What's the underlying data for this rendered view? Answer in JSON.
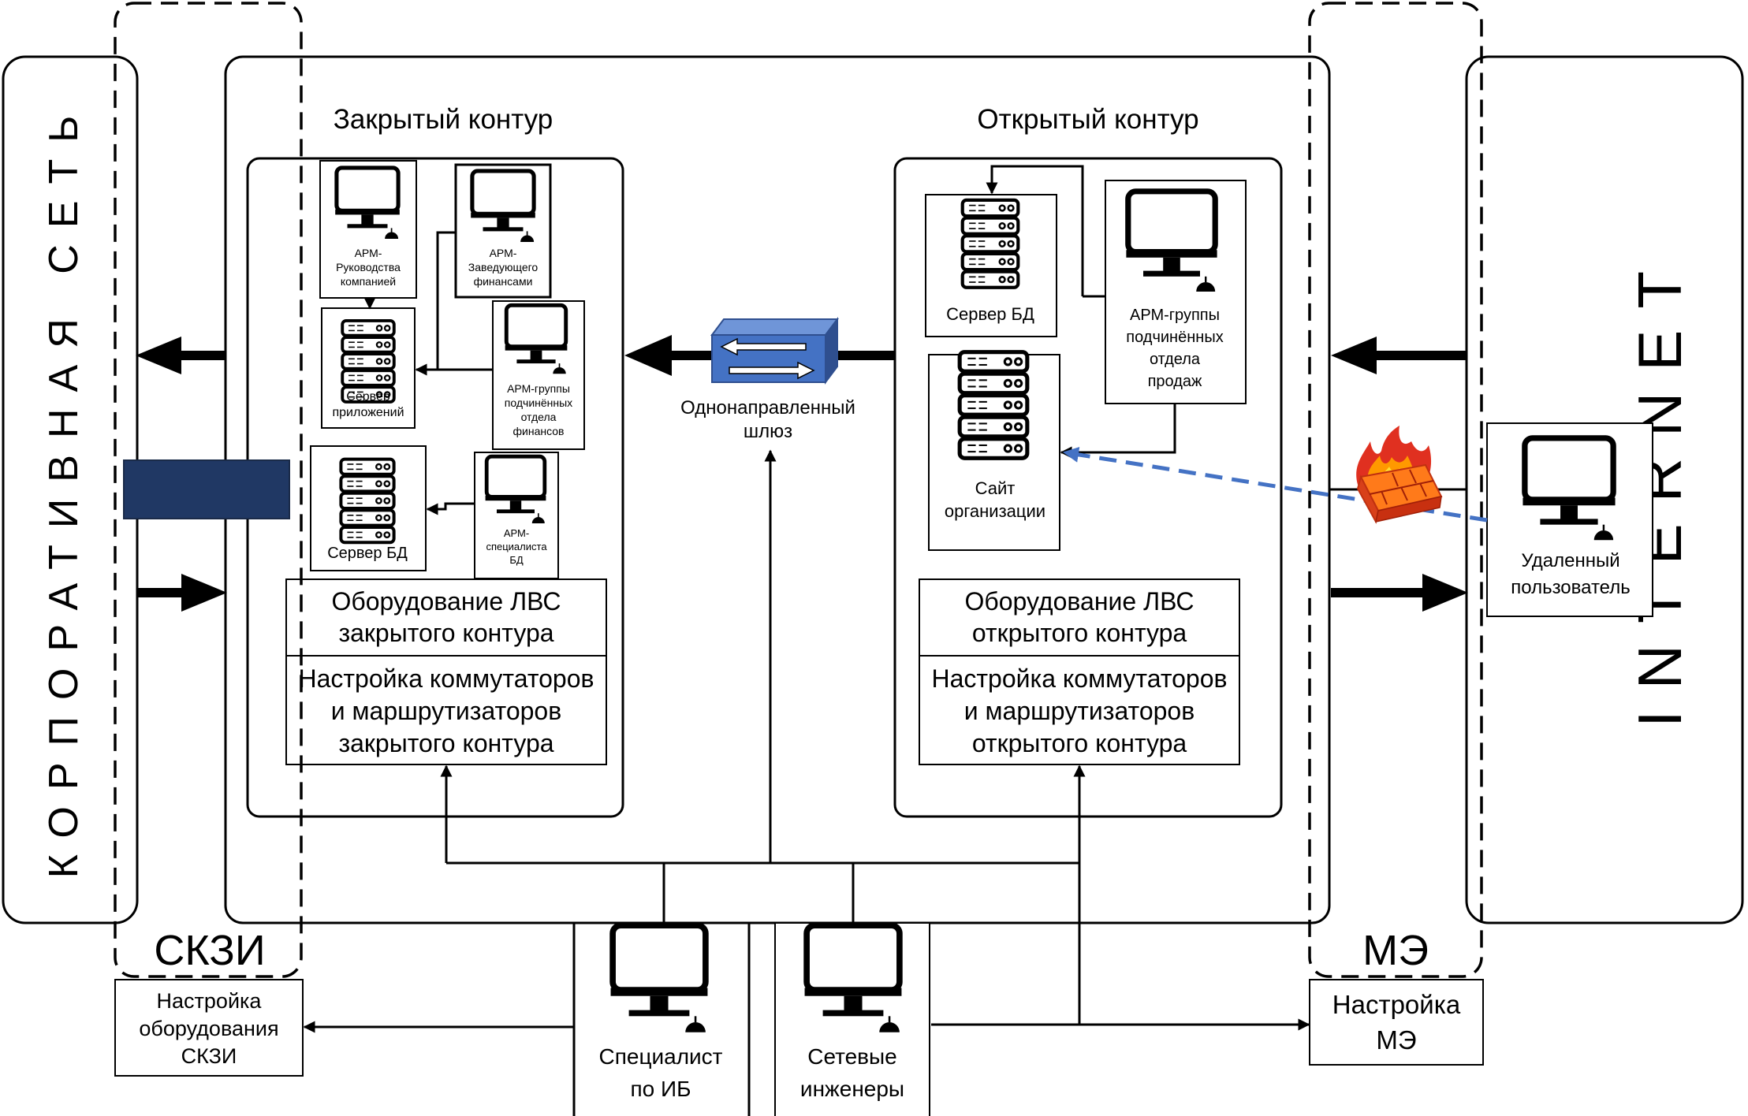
{
  "side_labels": {
    "corporate": "КОРПОРАТИВНАЯ СЕТЬ",
    "internet": "INTERNET"
  },
  "zones": {
    "closed": "Закрытый контур",
    "open": "Открытый контур",
    "skzi": "СКЗИ",
    "me": "МЭ"
  },
  "closed_nodes": {
    "arm_rukovodstva": [
      "АРМ-",
      "Руководства",
      "компанией"
    ],
    "arm_zaveduyushchego": [
      "АРМ-",
      "Заведующего",
      "финансами"
    ],
    "server_prilozheniy": [
      "Сервер",
      "приложений"
    ],
    "arm_gruppy_finansov": [
      "АРМ-группы",
      "подчинённых",
      "отдела",
      "финансов"
    ],
    "server_bd": [
      "Сервер БД"
    ],
    "arm_specialista_bd": [
      "АРМ-",
      "специалиста",
      "БД"
    ]
  },
  "closed_lan": {
    "equipment": [
      "Оборудование ЛВС",
      "закрытого контура"
    ],
    "config": [
      "Настройка коммутаторов",
      "и маршрутизаторов",
      "закрытого контура"
    ]
  },
  "open_nodes": {
    "server_bd": [
      "Сервер БД"
    ],
    "arm_prodazh": [
      "АРМ-группы",
      "подчинённых",
      "отдела",
      "продаж"
    ],
    "site": [
      "Сайт",
      "организации"
    ]
  },
  "open_lan": {
    "equipment": [
      "Оборудование ЛВС",
      "открытого контура"
    ],
    "config": [
      "Настройка коммутаторов",
      "и маршрутизаторов",
      "открытого контура"
    ]
  },
  "gateway": [
    "Однонаправленный",
    "шлюз"
  ],
  "remote_user": [
    "Удаленный",
    "пользователь"
  ],
  "bottom": {
    "skzi_config": [
      "Настройка",
      "оборудования",
      "СКЗИ"
    ],
    "is_specialist": [
      "Специалист",
      "по ИБ"
    ],
    "network_engineers": [
      "Сетевые",
      "инженеры"
    ],
    "me_config": [
      "Настройка",
      "МЭ"
    ]
  },
  "colors": {
    "gateway_fill": "#4472c4",
    "gateway_dark": "#2f4f8f",
    "encryptor_fill": "#203864",
    "remote_dash": "#4472c4",
    "fire_red": "#e03020",
    "fire_orange": "#ff9900",
    "fire_yellow": "#ffdd33"
  },
  "icons": [
    "monitor-icon",
    "server-rack-icon",
    "gateway-icon",
    "firewall-icon",
    "mouse-icon"
  ]
}
